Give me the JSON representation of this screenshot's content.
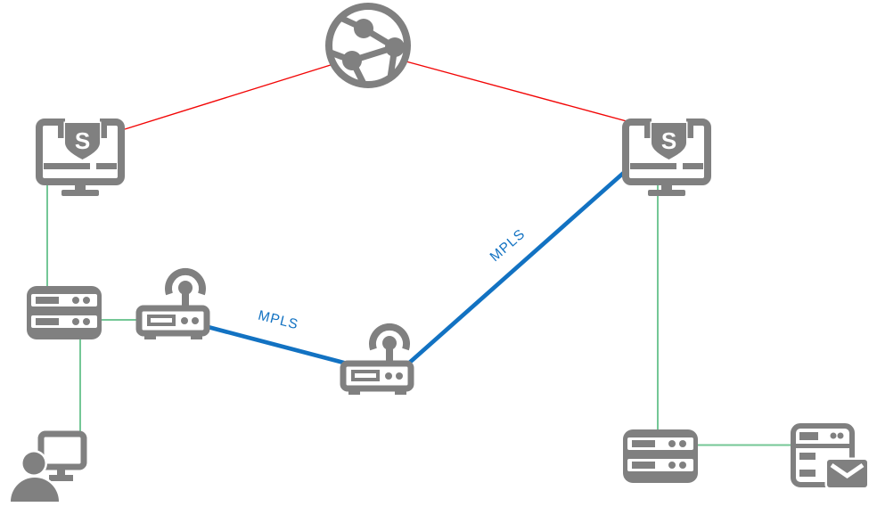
{
  "diagram": {
    "type": "network-topology",
    "colors": {
      "icon_gray": "#808080",
      "internet_link_red": "#F20505",
      "lan_link_green": "#74C796",
      "mpls_link_blue": "#1272C2",
      "mpls_label_blue": "#1272C2",
      "background": "#FFFFFF"
    },
    "nodes": [
      {
        "id": "internet",
        "icon": "globe-network-icon"
      },
      {
        "id": "firewall-left",
        "icon": "firewall-monitor-shield-icon",
        "shield_letter": "S"
      },
      {
        "id": "firewall-right",
        "icon": "firewall-monitor-shield-icon",
        "shield_letter": "S"
      },
      {
        "id": "switch-left",
        "icon": "rack-switch-icon"
      },
      {
        "id": "wifi-router-1",
        "icon": "wireless-router-icon"
      },
      {
        "id": "wifi-router-2",
        "icon": "wireless-router-icon"
      },
      {
        "id": "user-workstation",
        "icon": "user-with-computer-icon"
      },
      {
        "id": "switch-right",
        "icon": "rack-switch-icon"
      },
      {
        "id": "mail-server",
        "icon": "mail-server-icon"
      }
    ],
    "links": [
      {
        "from": "internet",
        "to": "firewall-left",
        "kind": "internet",
        "label": ""
      },
      {
        "from": "internet",
        "to": "firewall-right",
        "kind": "internet",
        "label": ""
      },
      {
        "from": "firewall-left",
        "to": "switch-left",
        "kind": "lan",
        "label": ""
      },
      {
        "from": "switch-left",
        "to": "wifi-router-1",
        "kind": "lan",
        "label": ""
      },
      {
        "from": "switch-left",
        "to": "user-workstation",
        "kind": "lan",
        "label": ""
      },
      {
        "from": "firewall-right",
        "to": "switch-right",
        "kind": "lan",
        "label": ""
      },
      {
        "from": "switch-right",
        "to": "mail-server",
        "kind": "lan",
        "label": ""
      },
      {
        "from": "wifi-router-1",
        "to": "wifi-router-2",
        "kind": "mpls",
        "label": "MPLS"
      },
      {
        "from": "wifi-router-2",
        "to": "firewall-right",
        "kind": "mpls",
        "label": "MPLS"
      }
    ]
  }
}
